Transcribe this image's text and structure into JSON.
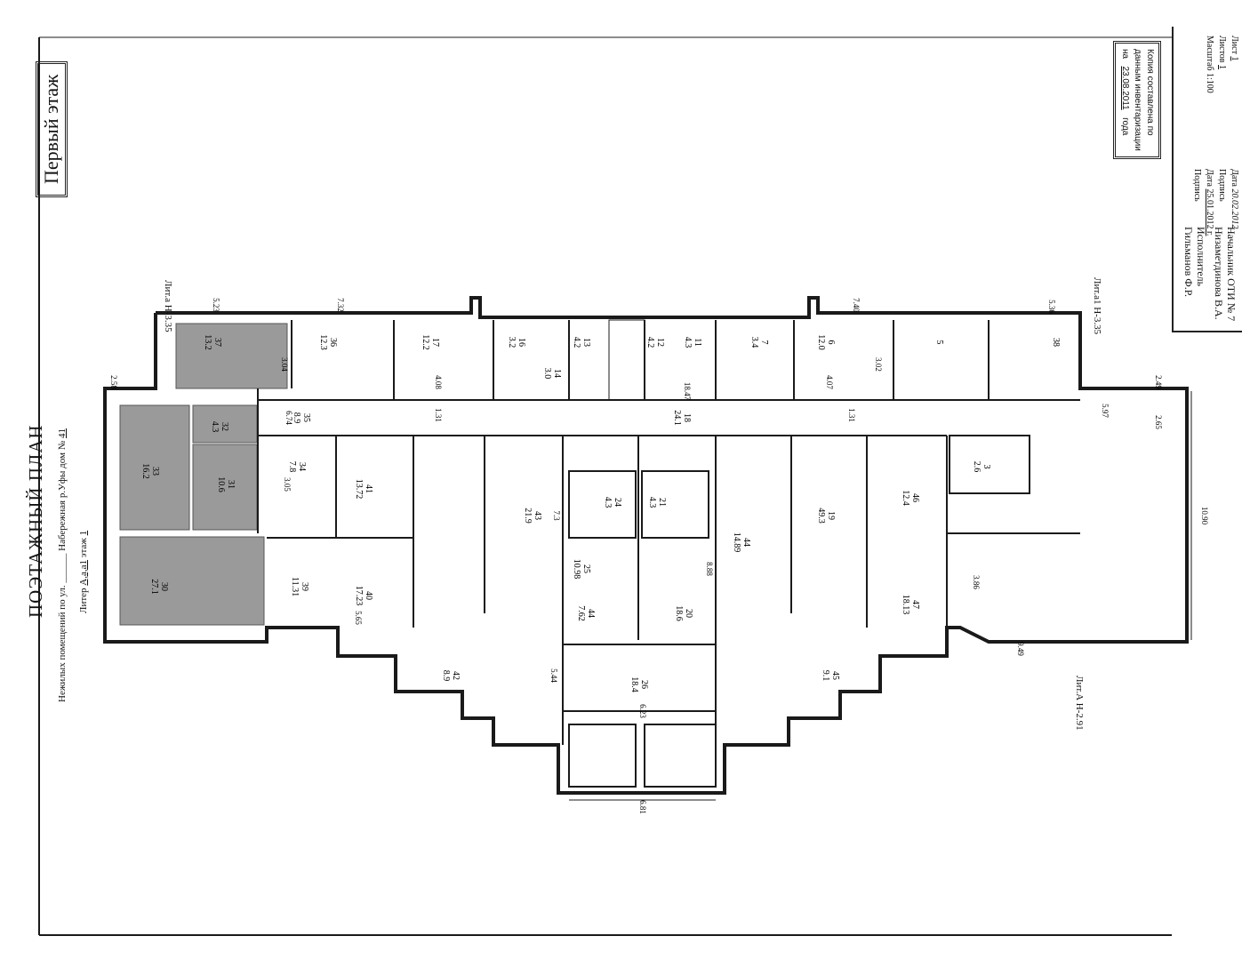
{
  "header": {
    "floor_label": "Первый этаж",
    "plan_title": "ПОЭТАЖНЫЙ ПЛАН",
    "address_prefix": "Нежилых помещений по ул.",
    "street": "Набережная р.Уфы",
    "house_label": "дом №",
    "house_number": "41",
    "liter_label": "Литер",
    "liter_value": "А,а,а1",
    "floor_word": "этаж",
    "floor_number": "1"
  },
  "stamp": {
    "line1": "Копия составлена по",
    "line2": "данным инвентаризации",
    "line3_prefix": "на",
    "date": "23.08.2011",
    "line3_suffix": "года"
  },
  "title_block": {
    "head_role": "Начальник ОТИ № 7",
    "head_name": "Низаметдинова В.А.",
    "exec_role": "Исполнитель",
    "exec_name": "Гильманов Ф.Р.",
    "date_label": "Дата",
    "date_value_1": "20.02.2012",
    "sign_label": "Подпись",
    "date_value_2": "25.01.2012 г.",
    "sheet_label": "Лист",
    "sheet_value": "1",
    "sheets_label": "Листов",
    "sheets_value": "1",
    "scale_label": "Масштаб 1:100"
  },
  "annotations": {
    "lit_a_top": "Лит.а Н-3.35",
    "lit_a1_top": "Лит.а1 Н-3.35",
    "lit_A": "Лит.А Н-2.91"
  },
  "rooms": [
    {
      "num": "37",
      "area": "13.2"
    },
    {
      "num": "36",
      "area": "12.3"
    },
    {
      "num": "17",
      "area": "12.2"
    },
    {
      "num": "16",
      "area": "3.2"
    },
    {
      "num": "14",
      "area": "3.0"
    },
    {
      "num": "13",
      "area": "4.2"
    },
    {
      "num": "12",
      "area": "4.2"
    },
    {
      "num": "11",
      "area": "4.3"
    },
    {
      "num": "7",
      "area": "3.4"
    },
    {
      "num": "6",
      "area": "12.0"
    },
    {
      "num": "5",
      "area": ""
    },
    {
      "num": "38",
      "area": ""
    },
    {
      "num": "18",
      "area": "24.1"
    },
    {
      "num": "35",
      "area": "8.9"
    },
    {
      "num": "32",
      "area": "4.3"
    },
    {
      "num": "33",
      "area": "16.2"
    },
    {
      "num": "31",
      "area": "10.6"
    },
    {
      "num": "34",
      "area": "7.8"
    },
    {
      "num": "41",
      "area": "13.72"
    },
    {
      "num": "43",
      "area": "21.9"
    },
    {
      "num": "24",
      "area": "4.3"
    },
    {
      "num": "21",
      "area": "4.3"
    },
    {
      "num": "25",
      "area": "10.98"
    },
    {
      "num": "44",
      "area": "7.62"
    },
    {
      "num": "20",
      "area": "18.6"
    },
    {
      "num": "44",
      "area": "14.89"
    },
    {
      "num": "19",
      "area": "49.3"
    },
    {
      "num": "46",
      "area": "12.4"
    },
    {
      "num": "3",
      "area": "2.6"
    },
    {
      "num": "30",
      "area": "27.1"
    },
    {
      "num": "39",
      "area": "11.31"
    },
    {
      "num": "40",
      "area": "17.23"
    },
    {
      "num": "42",
      "area": "8.9"
    },
    {
      "num": "26",
      "area": "18.4"
    },
    {
      "num": "45",
      "area": "9.1"
    },
    {
      "num": "47",
      "area": "18.13"
    }
  ],
  "dimensions": [
    "5.23",
    "7.32",
    "7.40",
    "5.36",
    "18.47",
    "10.90",
    "6.81",
    "9.49",
    "2.58",
    "2.49",
    "6.74",
    "5.97",
    "3.05",
    "3.86",
    "6.23",
    "1.31",
    "1.31",
    "4.07",
    "4.08",
    "3.04",
    "3.02",
    "2.65",
    "5.65",
    "5.44",
    "8.88",
    "7.3"
  ],
  "colors": {
    "ink": "#1a1a1a",
    "grey_room": "#9a9a9a",
    "paper": "#ffffff"
  }
}
